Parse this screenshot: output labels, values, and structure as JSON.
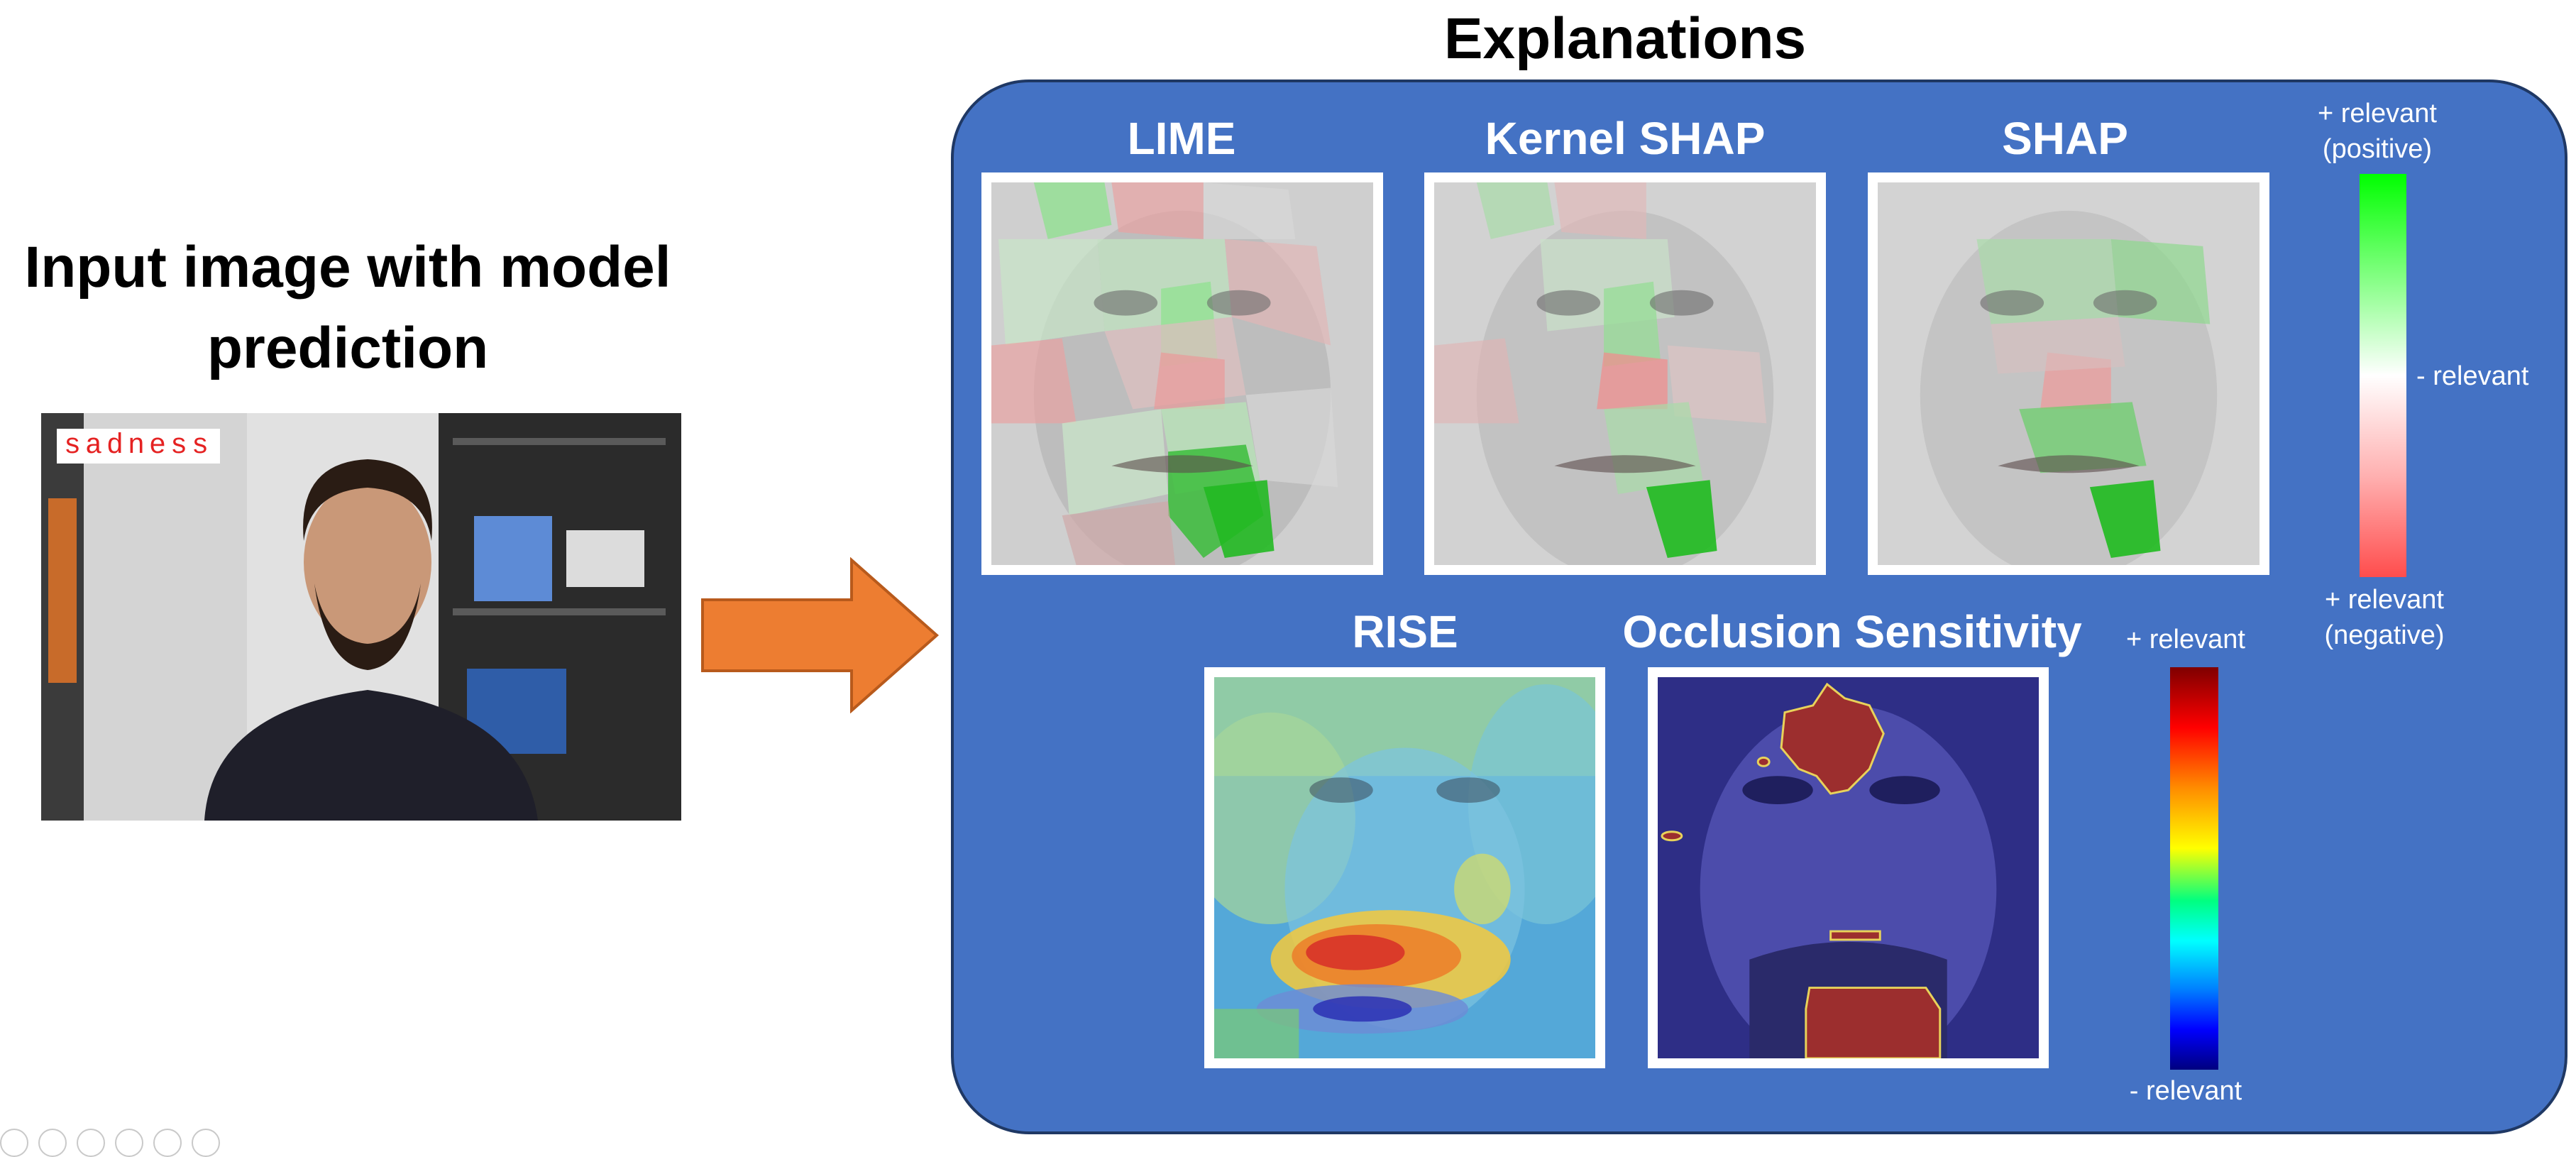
{
  "left": {
    "title_line1": "Input image with model",
    "title_line2": "prediction",
    "prediction_label": "sadness"
  },
  "right": {
    "title": "Explanations",
    "methods": {
      "lime": "LIME",
      "kernel_shap": "Kernel SHAP",
      "shap": "SHAP",
      "rise": "RISE",
      "occlusion": "Occlusion Sensitivity"
    },
    "diverging_scale": {
      "top_line1": "+ relevant",
      "top_line2": "(positive)",
      "middle": "- relevant",
      "bottom_line1": "+ relevant",
      "bottom_line2": "(negative)",
      "colors": [
        "#00ff00",
        "#ffffff",
        "#ff4d4d"
      ]
    },
    "jet_scale": {
      "top": "+ relevant",
      "bottom": "- relevant",
      "colors": [
        "#7f0000",
        "#ff0000",
        "#ffff00",
        "#00ffff",
        "#0000ff",
        "#00007f"
      ]
    }
  },
  "colors": {
    "panel_bg": "#4472c4",
    "panel_border": "#1f3864",
    "arrow": "#ed7d31",
    "prediction_text": "#e52222"
  }
}
